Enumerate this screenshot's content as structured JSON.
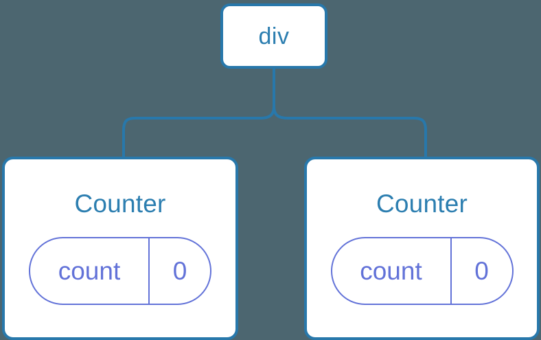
{
  "diagram": {
    "type": "component-tree",
    "background_color": "#4c6670",
    "node_border_color": "#2878ab",
    "node_text_color": "#2c7eb0",
    "state_color": "#6272d8",
    "connector_color": "#2878ab"
  },
  "root": {
    "label": "div"
  },
  "children": [
    {
      "label": "Counter",
      "state": {
        "key": "count",
        "value": "0"
      }
    },
    {
      "label": "Counter",
      "state": {
        "key": "count",
        "value": "0"
      }
    }
  ]
}
